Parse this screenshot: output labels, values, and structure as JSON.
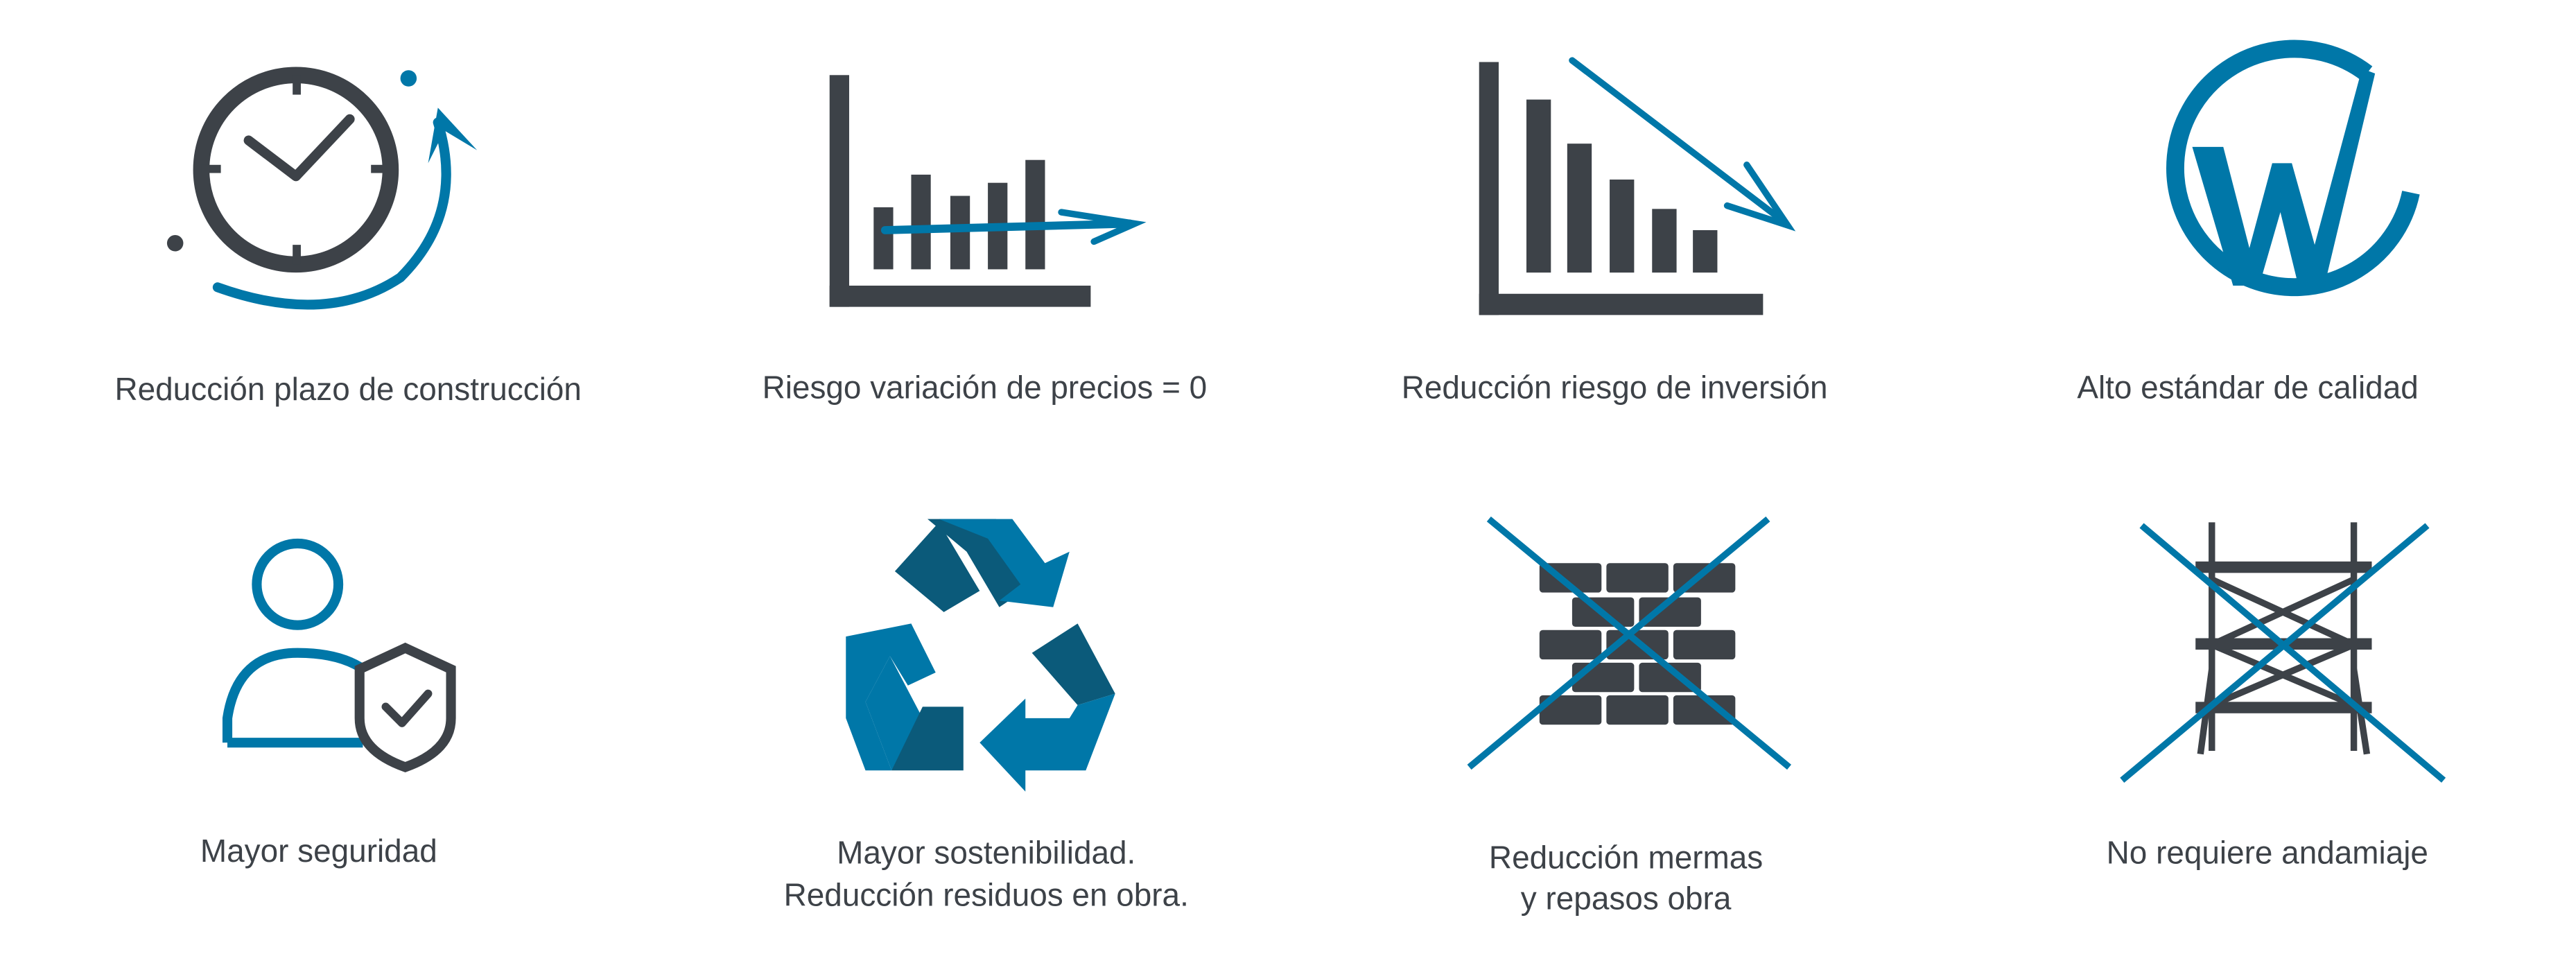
{
  "colors": {
    "dark": "#3d4248",
    "blue": "#0077a8"
  },
  "features": [
    {
      "icon": "clock-icon",
      "lines": [
        "Reducción plazo de construcción"
      ]
    },
    {
      "icon": "flat-price-chart-icon",
      "lines": [
        "Riesgo variación de precios = 0"
      ]
    },
    {
      "icon": "declining-chart-icon",
      "lines": [
        "Reducción riesgo de inversión"
      ]
    },
    {
      "icon": "w-quality-logo-icon",
      "lines": [
        "Alto estándar de calidad"
      ]
    },
    {
      "icon": "user-shield-icon",
      "lines": [
        "Mayor seguridad"
      ]
    },
    {
      "icon": "recycle-icon",
      "lines": [
        "Mayor sostenibilidad.",
        "Reducción residuos en obra."
      ]
    },
    {
      "icon": "crossed-brick-wall-icon",
      "lines": [
        "Reducción mermas",
        "y repasos obra"
      ]
    },
    {
      "icon": "crossed-scaffold-icon",
      "lines": [
        "No requiere andamiaje"
      ]
    }
  ]
}
